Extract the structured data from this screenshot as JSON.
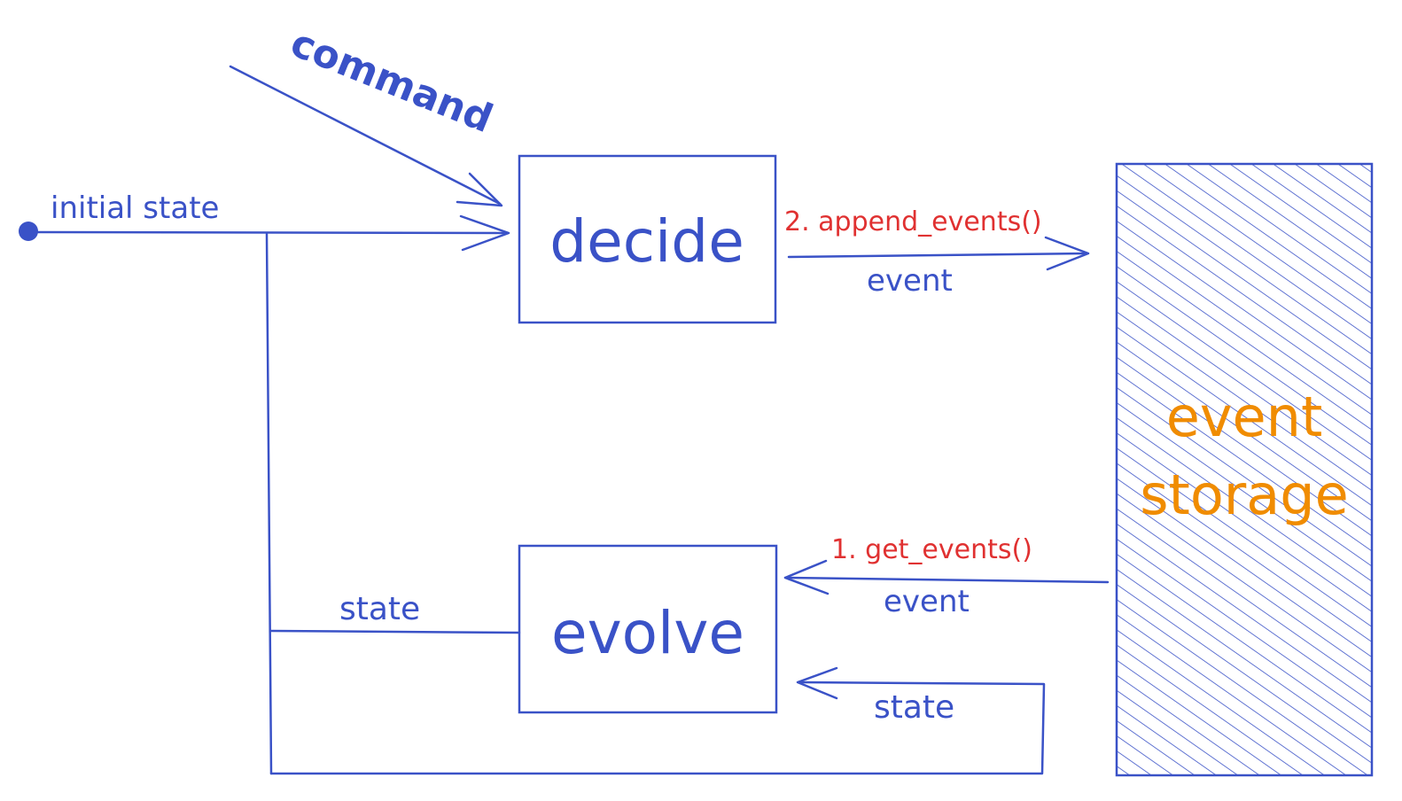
{
  "colors": {
    "primary": "#3a52c7",
    "accent_red": "#e03131",
    "accent_orange": "#f08c00",
    "background": "#ffffff"
  },
  "labels": {
    "command": "command",
    "initial_state": "initial state",
    "decide": "decide",
    "evolve": "evolve",
    "append_events": "2. append_events()",
    "event_out": "event",
    "get_events": "1. get_events()",
    "event_in": "event",
    "state_left": "state",
    "state_loop": "state",
    "storage_line1": "event",
    "storage_line2": "storage"
  }
}
